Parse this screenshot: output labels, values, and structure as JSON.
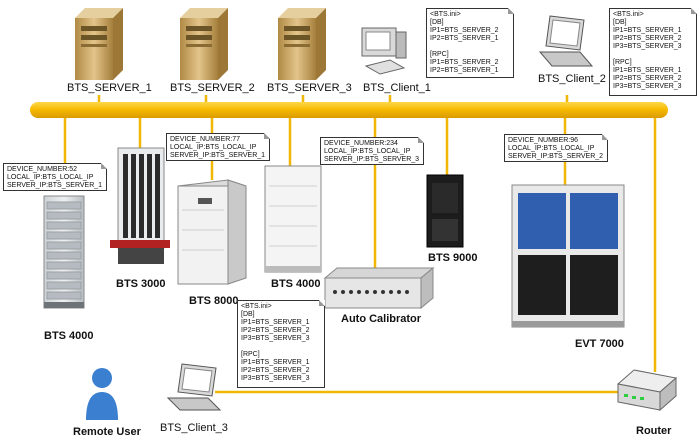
{
  "labels": {
    "server1": "BTS_SERVER_1",
    "server2": "BTS_SERVER_2",
    "server3": "BTS_SERVER_3",
    "client1": "BTS_Client_1",
    "client2": "BTS_Client_2",
    "client3": "BTS_Client_3",
    "bts4000_left": "BTS 4000",
    "bts3000": "BTS 3000",
    "bts8000": "BTS 8000",
    "bts4000_mid": "BTS 4000",
    "bts9000": "BTS 9000",
    "auto_calibrator": "Auto Calibrator",
    "evt7000": "EVT 7000",
    "remote_user": "Remote User",
    "router": "Router"
  },
  "device_notes": {
    "bts4000": [
      "DEVICE_NUMBER:52",
      "LOCAL_IP:BTS_LOCAL_IP",
      "SERVER_IP:BTS_SERVER_1"
    ],
    "bts8000": [
      "DEVICE_NUMBER:77",
      "LOCAL_IP:BTS_LOCAL_IP",
      "SERVER_IP:BTS_SERVER_1"
    ],
    "calibrator": [
      "DEVICE_NUMBER:234",
      "LOCAL_IP:BTS_LOCAL_IP",
      "SERVER_IP:BTS_SERVER_3"
    ],
    "evt7000": [
      "DEVICE_NUMBER:96",
      "LOCAL_IP:BTS_LOCAL_IP",
      "SERVER_IP:BTS_SERVER_2"
    ]
  },
  "ini_notes": {
    "client1": {
      "header": "<BTS.ini>",
      "db_header": "[DB]",
      "db": [
        "IP1=BTS_SERVER_2",
        "IP2=BTS_SERVER_1"
      ],
      "rpc_header": "[RPC]",
      "rpc": [
        "IP1=BTS_SERVER_2",
        "IP2=BTS_SERVER_1"
      ]
    },
    "client2": {
      "header": "<BTS.ini>",
      "db_header": "[DB]",
      "db": [
        "IP1=BTS_SERVER_1",
        "IP2=BTS_SERVER_2",
        "IP3=BTS_SERVER_3"
      ],
      "rpc_header": "[RPC]",
      "rpc": [
        "IP1=BTS_SERVER_1",
        "IP2=BTS_SERVER_2",
        "IP3=BTS_SERVER_3"
      ]
    },
    "client3": {
      "header": "<BTS.ini>",
      "db_header": "[DB]",
      "db": [
        "IP1=BTS_SERVER_1",
        "IP2=BTS_SERVER_2",
        "IP3=BTS_SERVER_3"
      ],
      "rpc_header": "[RPC]",
      "rpc": [
        "IP1=BTS_SERVER_1",
        "IP2=BTS_SERVER_2",
        "IP3=BTS_SERVER_3"
      ]
    }
  },
  "colors": {
    "bus": "#f5b800",
    "server": "#c9a464",
    "evt_blue": "#2f5fae"
  }
}
